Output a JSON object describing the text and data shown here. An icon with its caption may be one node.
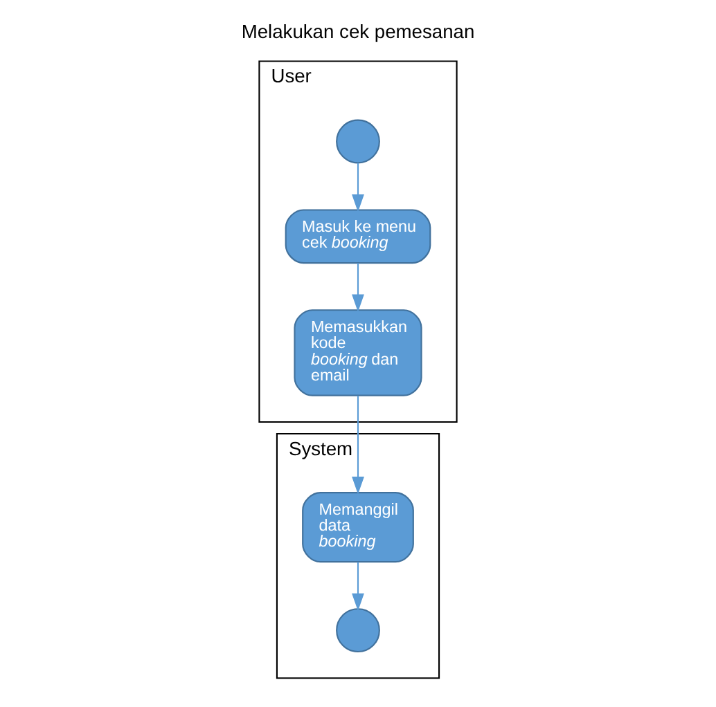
{
  "diagram": {
    "title": "Melakukan cek pemesanan",
    "nodes": [
      {
        "text": [
          "User"
        ]
      },
      {
        "text": [
          "System"
        ]
      },
      {
        "text": [],
        "shape": "circle",
        "in": 0
      },
      {
        "text": [
          "Masuk ke menu cek *booking*"
        ],
        "in": 0
      },
      {
        "text": [
          "Memasukkan kode *booking* dan email"
        ],
        "in": 0
      },
      {
        "text": [
          "Memanggil data *booking*"
        ],
        "in": 1
      },
      {
        "text": [],
        "shape": "circle",
        "in": 1
      }
    ],
    "edges": [
      {
        "from": 2,
        "to": 3,
        "arrow": "to"
      },
      {
        "from": 3,
        "to": 4,
        "arrow": "to"
      },
      {
        "from": 4,
        "to": 5,
        "arrow": "to"
      },
      {
        "from": 5,
        "to": 6,
        "arrow": "to"
      }
    ]
  }
}
